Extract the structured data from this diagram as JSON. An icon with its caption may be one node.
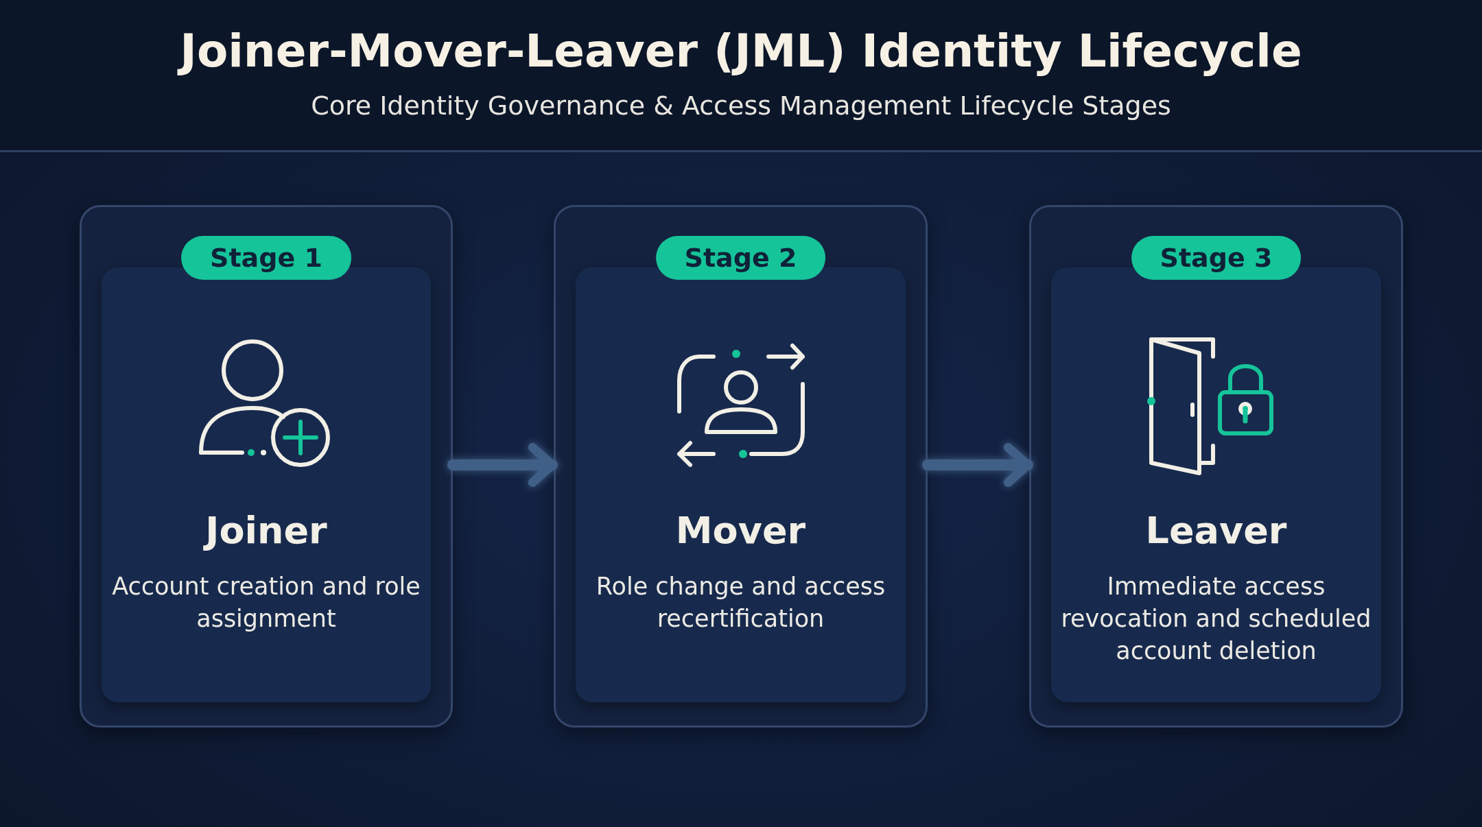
{
  "diagram": {
    "title": "Joiner-Mover-Leaver (JML) Identity Lifecycle",
    "caption": "Core Identity Governance & Access Management Lifecycle Stages",
    "nodes": [
      {
        "text": [
          "Stage 1",
          "Joiner",
          "Account creation and role assignment"
        ]
      },
      {
        "text": [
          "Stage 2",
          "Mover",
          "Role change and access recertification"
        ]
      },
      {
        "text": [
          "Stage 3",
          "Leaver",
          "Immediate access revocation and scheduled account deletion"
        ]
      }
    ],
    "edges": [
      {
        "from": 0,
        "to": 1,
        "arrow": "to"
      },
      {
        "from": 1,
        "to": 2,
        "arrow": "to"
      }
    ]
  }
}
